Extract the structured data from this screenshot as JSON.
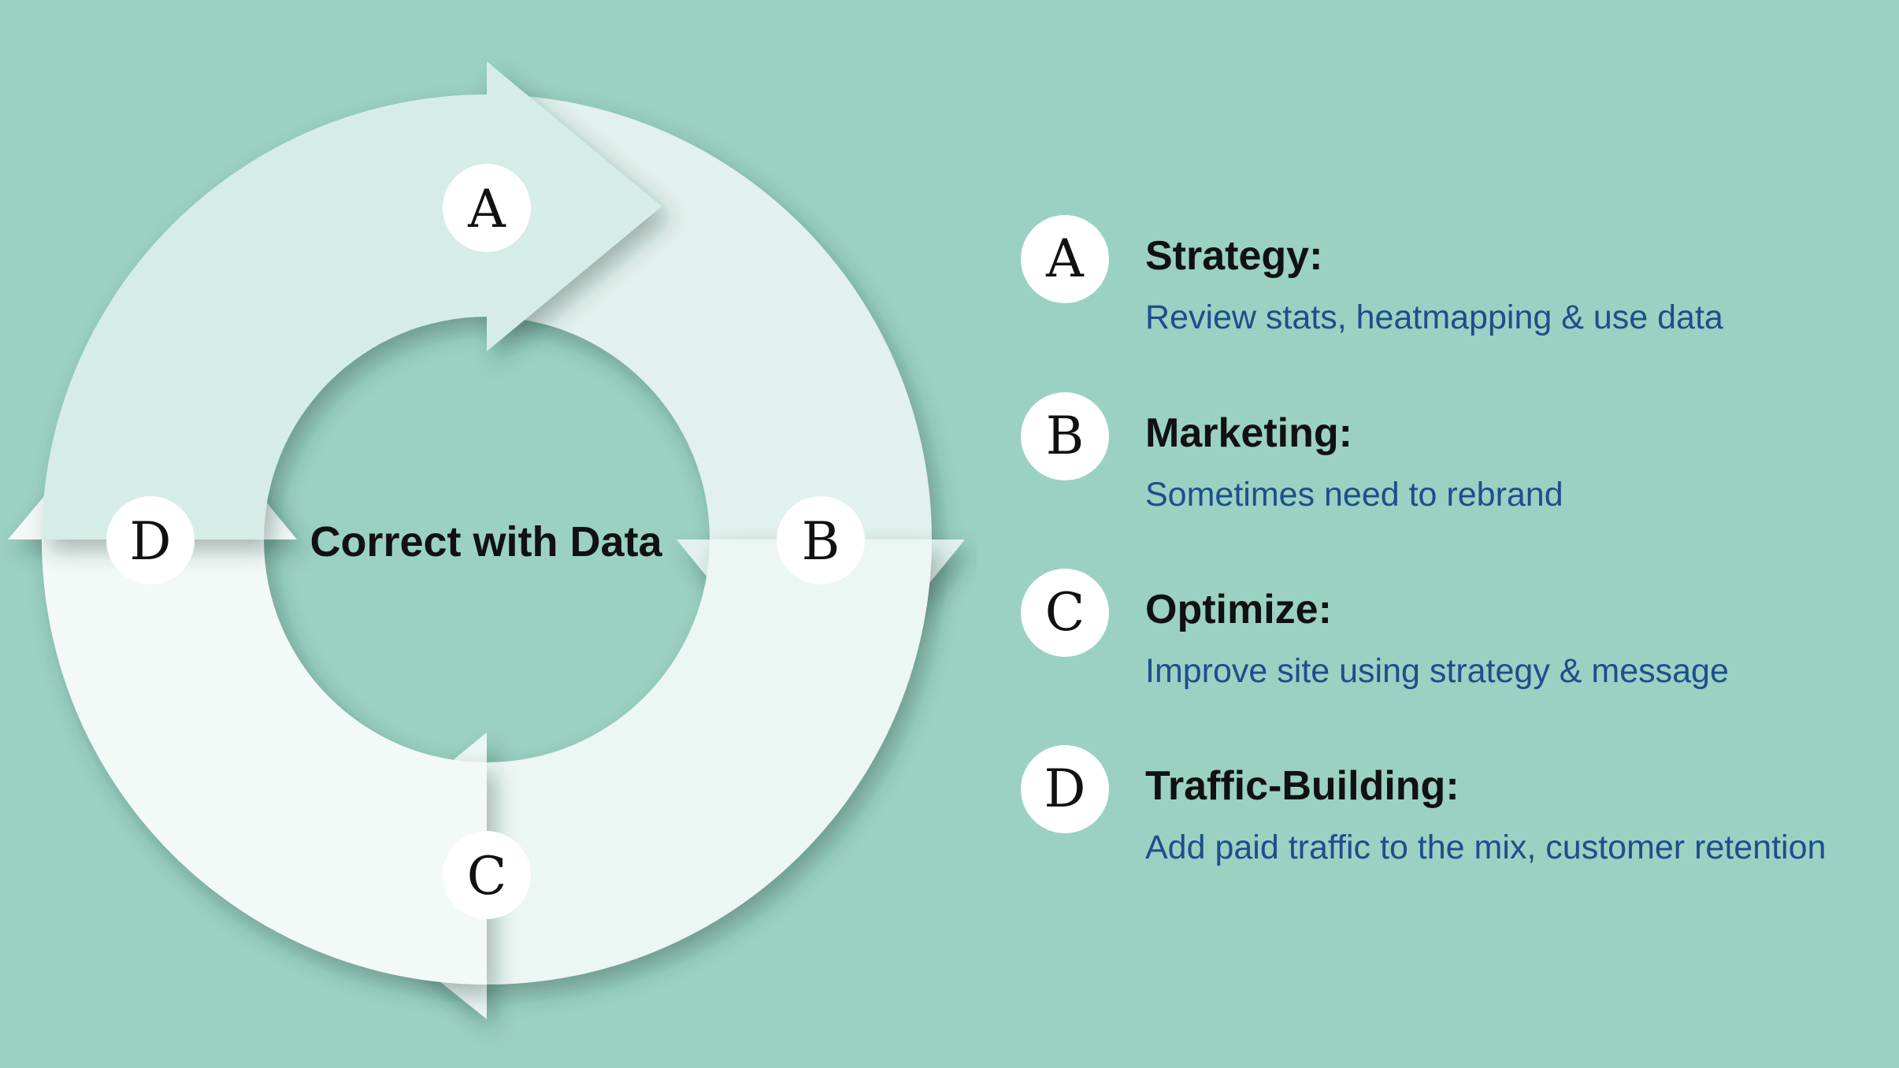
{
  "diagram": {
    "center_label": "Correct with Data",
    "cycle_badges": [
      "A",
      "B",
      "C",
      "D"
    ]
  },
  "legend": [
    {
      "letter": "A",
      "title": "Strategy:",
      "description": "Review stats, heatmapping & use data"
    },
    {
      "letter": "B",
      "title": "Marketing:",
      "description": "Sometimes need to rebrand"
    },
    {
      "letter": "C",
      "title": "Optimize:",
      "description": "Improve site using strategy & message"
    },
    {
      "letter": "D",
      "title": "Traffic-Building:",
      "description": "Add paid traffic to the mix, customer retention"
    }
  ],
  "colors": {
    "background": "#9bd1c2",
    "arrow_a": "#d6ede7",
    "arrow_b": "#e2f1ed",
    "arrow_c": "#ecf6f3",
    "arrow_d": "#f3f9f7",
    "badge": "#ffffff",
    "title_text": "#111111",
    "description_text": "#1d4e8c"
  }
}
